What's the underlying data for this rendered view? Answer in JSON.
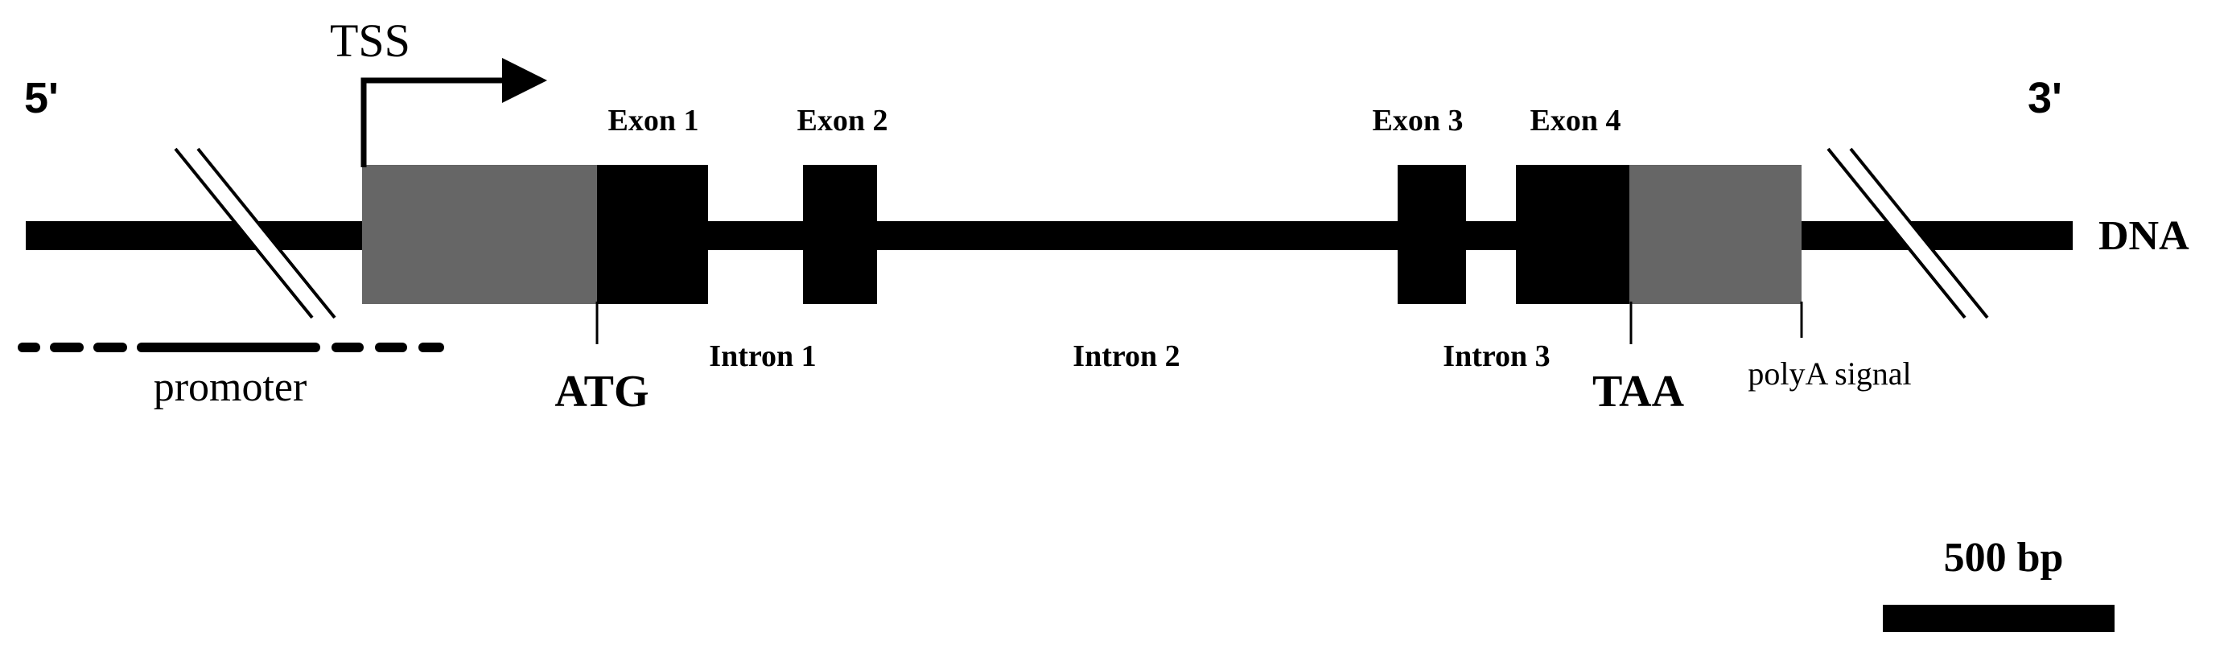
{
  "labels": {
    "five_prime": "5'",
    "three_prime": "3'",
    "tss": "TSS",
    "dna": "DNA",
    "promoter": "promoter",
    "atg": "ATG",
    "taa": "TAA",
    "polya_signal": "polyA signal",
    "scale_bar": "500 bp"
  },
  "exons": [
    {
      "label": "Exon 1"
    },
    {
      "label": "Exon 2"
    },
    {
      "label": "Exon 3"
    },
    {
      "label": "Exon 4"
    }
  ],
  "introns": [
    {
      "label": "Intron 1"
    },
    {
      "label": "Intron 2"
    },
    {
      "label": "Intron 3"
    }
  ],
  "colors": {
    "coding_exon": "#000000",
    "utr": "#666666",
    "dna_line": "#000000",
    "background": "#ffffff"
  }
}
